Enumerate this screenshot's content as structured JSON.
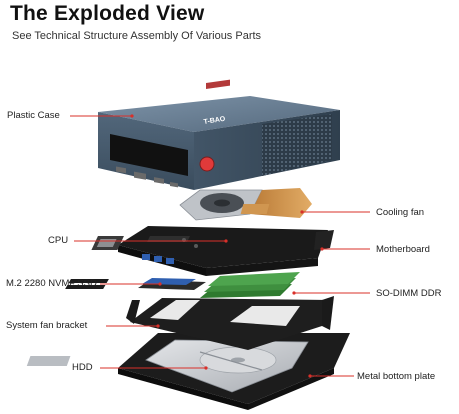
{
  "heading": {
    "title": "The Exploded View",
    "subtitle": "See Technical Structure Assembly Of Various Parts"
  },
  "case_brand_text": "T-BAO",
  "labels": {
    "plastic_case": "Plastic Case",
    "cpu": "CPU",
    "m2_ssd": "M.2 2280 NVMe SSD",
    "system_fan_bracket": "System fan bracket",
    "hdd": "HDD",
    "cooling_fan": "Cooling fan",
    "motherboard": "Motherboard",
    "so_dimm_ddr": "SO-DIMM DDR",
    "metal_bottom_plate": "Metal bottom plate"
  },
  "colors": {
    "leader_line": "#d9302a",
    "case_body": "#4d6276",
    "case_top": "#6e8397",
    "power_button": "#e03a3a",
    "cooling_fan_copper": "#d09650",
    "ram_green": "#3f8f3f",
    "ssd_blue": "#2f5fb0",
    "hdd_silver": "#c9ccd0"
  }
}
